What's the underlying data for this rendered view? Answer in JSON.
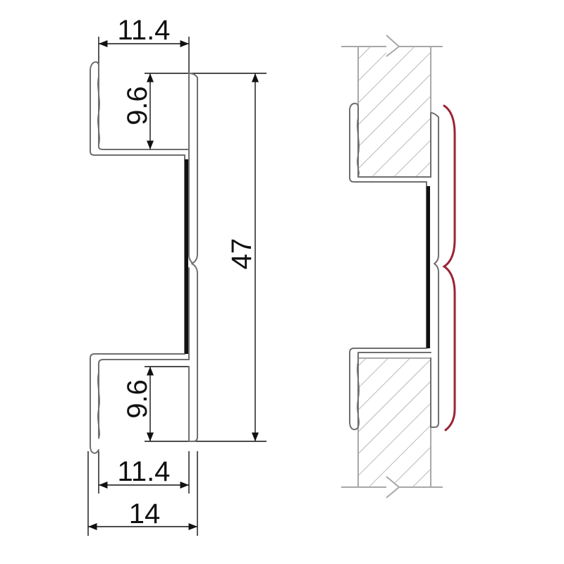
{
  "dimensions": {
    "top_width": "11.4",
    "top_height": "9.6",
    "overall_height": "47",
    "bottom_height": "9.6",
    "bottom_width": "11.4",
    "total_width": "14"
  },
  "colors": {
    "profile": "#6f6f6f",
    "dimension": "#111111",
    "wall": "#a8a8a8",
    "seal": "#9b2335",
    "center_strip": "#111111"
  }
}
